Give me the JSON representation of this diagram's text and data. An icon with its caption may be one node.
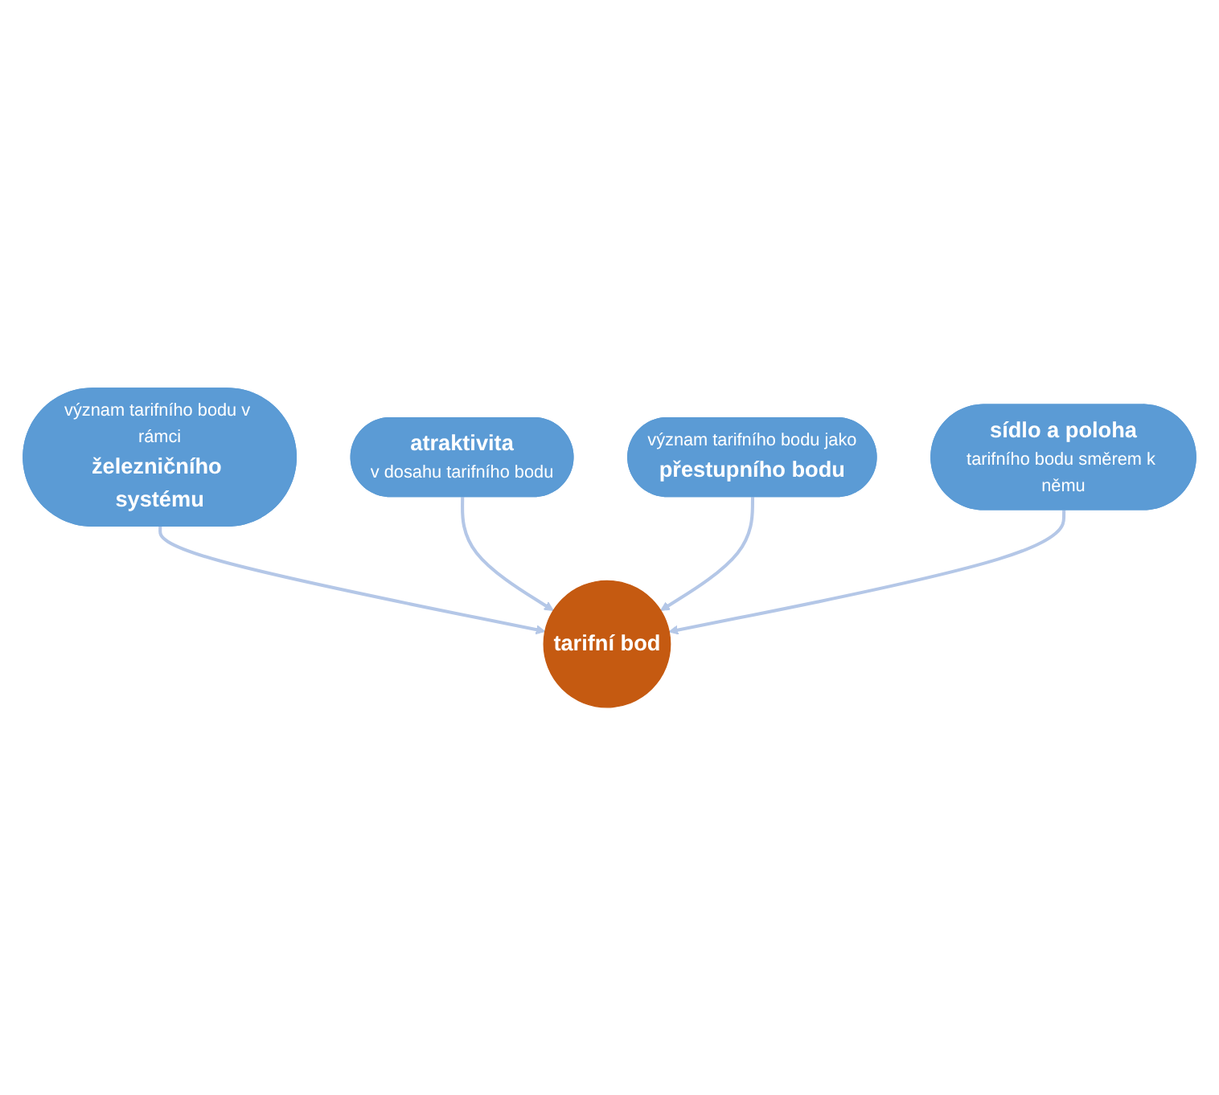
{
  "diagram": {
    "nodes": [
      {
        "text": [
          "význam tarifního bodu v rámci",
          "železničního systému"
        ]
      },
      {
        "text": [
          "atraktivita",
          "v dosahu tarifního bodu"
        ]
      },
      {
        "text": [
          "tarifní bod"
        ]
      },
      {
        "text": [
          "význam tarifního bodu jako",
          "přestupního bodu"
        ]
      },
      {
        "text": [
          "sídlo a poloha",
          "tarifního bodu směrem k němu"
        ]
      }
    ],
    "edges": [
      {
        "from": 0,
        "to": 2,
        "arrow": "to"
      },
      {
        "from": 1,
        "to": 2,
        "arrow": "to"
      },
      {
        "from": 3,
        "to": 2,
        "arrow": "to"
      },
      {
        "from": 4,
        "to": 2,
        "arrow": "to"
      }
    ]
  }
}
